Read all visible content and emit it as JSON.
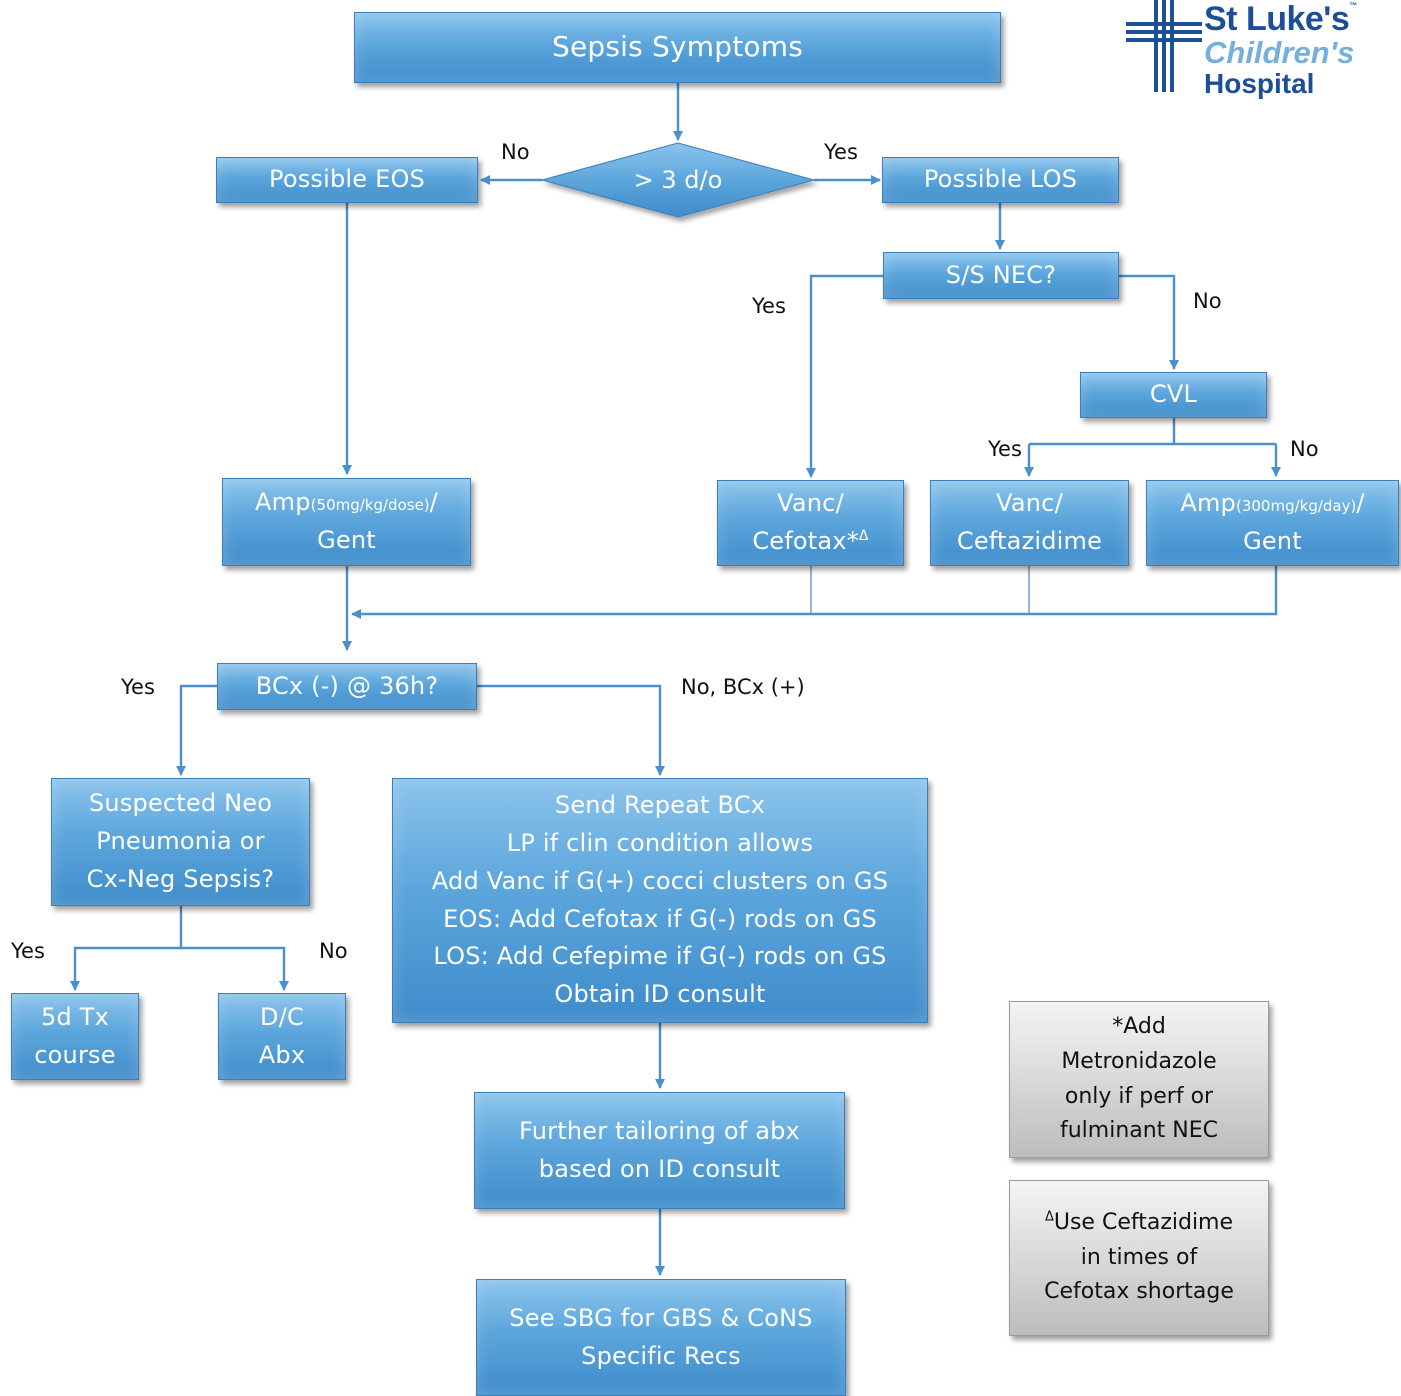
{
  "logo": {
    "name": "St Luke's",
    "tm": "™",
    "sub": "Children's",
    "hospital": "Hospital"
  },
  "nodes": {
    "sepsis_symptoms": "Sepsis Symptoms",
    "age_decision": "> 3 d/o",
    "possible_eos": "Possible EOS",
    "possible_los": "Possible LOS",
    "ss_nec": "S/S NEC?",
    "cvl": "CVL",
    "amp_gent_eos": {
      "drug": "Amp",
      "dose": "(50mg/kg/dose)",
      "slash": "/",
      "line2": "Gent"
    },
    "vanc_cefotax": {
      "line1": "Vanc/",
      "line2": "Cefotax*",
      "mark": "Δ"
    },
    "vanc_ceftazidime": {
      "line1": "Vanc/",
      "line2": "Ceftazidime"
    },
    "amp_gent_los": {
      "drug": "Amp",
      "dose": "(300mg/kg/day)",
      "slash": "/",
      "line2": "Gent"
    },
    "bcx_decision": "BCx (-) @ 36h?",
    "suspected_neo": [
      "Suspected Neo",
      "Pneumonia or",
      "Cx-Neg Sepsis?"
    ],
    "five_day_tx": [
      "5d Tx",
      "course"
    ],
    "dc_abx": [
      "D/C",
      "Abx"
    ],
    "send_repeat": [
      "Send Repeat BCx",
      "LP if clin condition allows",
      "Add Vanc if G(+) cocci clusters on GS",
      "EOS: Add Cefotax if G(-) rods on GS",
      "LOS: Add Cefepime if G(-) rods on GS",
      "Obtain ID consult"
    ],
    "further_tailoring": [
      "Further tailoring of abx",
      "based on ID consult"
    ],
    "see_sbg": [
      "See SBG for GBS & CoNS",
      "Specific Recs"
    ]
  },
  "edge_labels": {
    "age_no": "No",
    "age_yes": "Yes",
    "nec_yes": "Yes",
    "nec_no": "No",
    "cvl_yes": "Yes",
    "cvl_no": "No",
    "bcx_yes": "Yes",
    "bcx_no": "No, BCx (+)",
    "neo_yes": "Yes",
    "neo_no": "No"
  },
  "notes": {
    "metronidazole": [
      "*Add",
      "Metronidazole",
      "only if perf or",
      "fulminant NEC"
    ],
    "ceftazidime": {
      "mark": "Δ",
      "line1": "Use Ceftazidime",
      "line2": "in times of",
      "line3": "Cefotax shortage"
    }
  },
  "colors": {
    "box_top": "#8cc4ec",
    "box_bottom": "#3f8ccb",
    "connector": "#4a90cf",
    "note_gray": "#d0d0d0",
    "logo_navy": "#1c4f96",
    "logo_light": "#75b0dd"
  }
}
